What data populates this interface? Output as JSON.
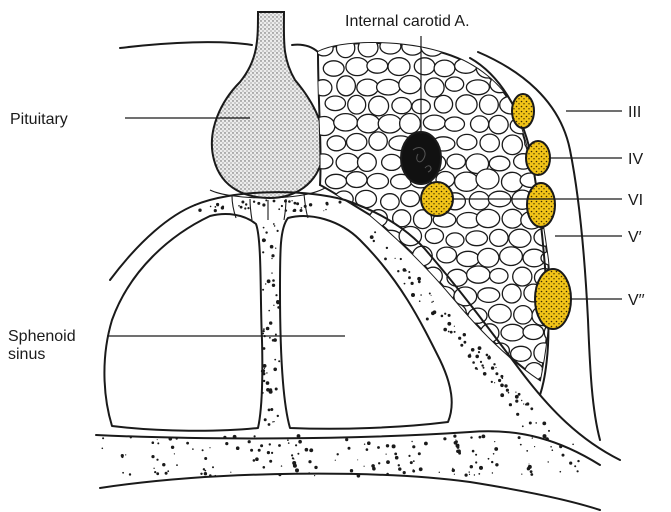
{
  "labels": {
    "internal_carotid": "Internal carotid A.",
    "pituitary": "Pituitary",
    "sphenoid_line1": "Sphenoid",
    "sphenoid_line2": "sinus",
    "nerve_iii": "III",
    "nerve_iv": "IV",
    "nerve_vi": "VI",
    "nerve_v1": "V′",
    "nerve_v2": "V′′"
  },
  "colors": {
    "nerve_fill": "#f2c418",
    "outline": "#1a1a1a",
    "pituitary_fill": "#d9d9d9"
  }
}
